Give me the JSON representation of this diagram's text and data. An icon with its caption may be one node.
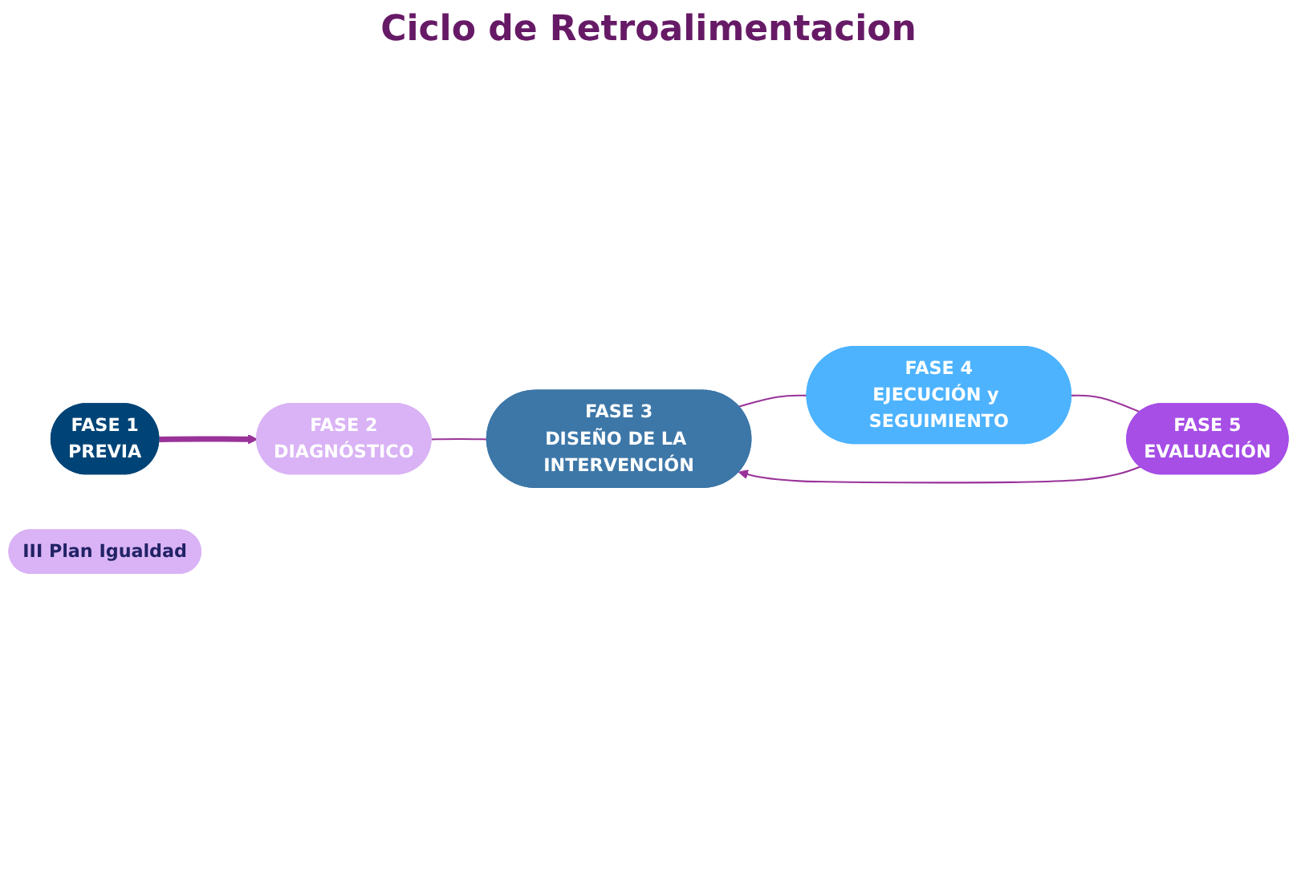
{
  "diagram": {
    "nodes": [
      {
        "text": [
          "FASE 1",
          "PREVIA"
        ]
      },
      {
        "text": [
          "FASE 2",
          "DIAGNÓSTICO"
        ]
      },
      {
        "text": [
          "III Plan Igualdad"
        ]
      },
      {
        "text": [
          "FASE 3",
          "DISEÑO DE LA INTERVENCIÓN"
        ]
      },
      {
        "text": [
          "FASE 5",
          "EVALUACIÓN"
        ]
      },
      {
        "text": [
          "FASE 4",
          "EJECUCIÓN y SEGUIMIENTO"
        ]
      }
    ],
    "edges": [
      {
        "from": 0,
        "to": 1,
        "arrow": "to",
        "style": "thick"
      },
      {
        "from": 1,
        "to": 3,
        "arrow": "none"
      },
      {
        "from": 3,
        "to": 5,
        "arrow": "none"
      },
      {
        "from": 5,
        "to": 4,
        "arrow": "none"
      },
      {
        "from": 4,
        "to": 3,
        "arrow": "to"
      }
    ],
    "labels": [
      "Ciclo de Retroalimentacion"
    ]
  }
}
